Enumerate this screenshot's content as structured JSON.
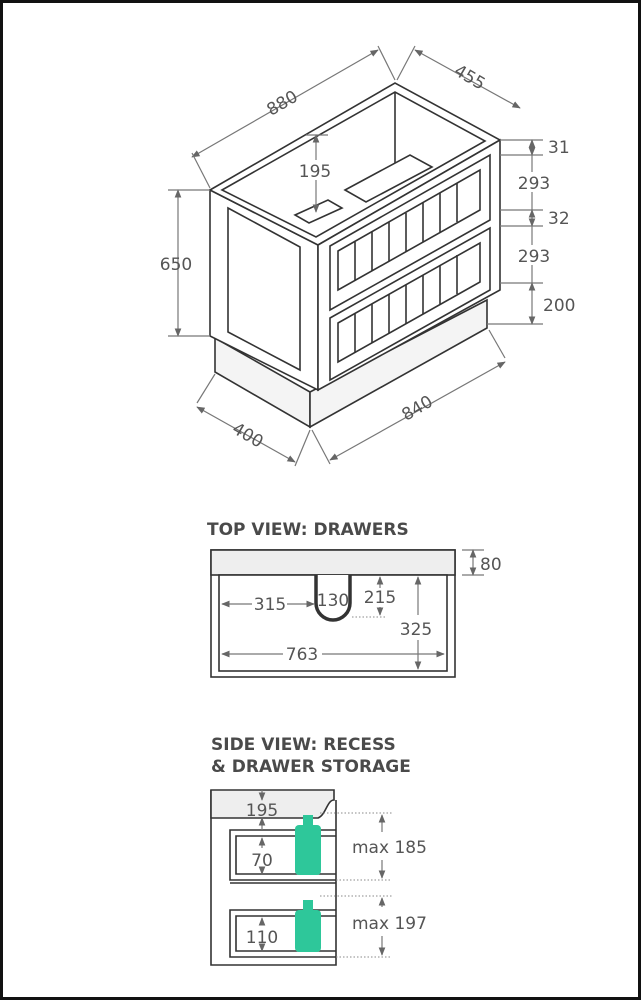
{
  "iso": {
    "width": "880",
    "depth": "455",
    "height": "650",
    "divider_height": "195",
    "top_rail": "31",
    "drawer_1": "293",
    "mid_rail": "32",
    "drawer_2": "293",
    "plinth": "200",
    "plinth_depth": "400",
    "plinth_width": "840"
  },
  "top_view": {
    "title": "TOP VIEW: DRAWERS",
    "back_depth": "80",
    "offset_left": "315",
    "cutout_width": "130",
    "cutout_depth": "215",
    "drawer_depth": "325",
    "drawer_width": "763"
  },
  "side_view": {
    "title_line1": "SIDE VIEW: RECESS",
    "title_line2": "& DRAWER STORAGE",
    "recess": "195",
    "drawer_top": "70",
    "max_top": "max 185",
    "drawer_bottom": "110",
    "max_bottom": "max 197",
    "bottle_color": "#2ec79a"
  }
}
